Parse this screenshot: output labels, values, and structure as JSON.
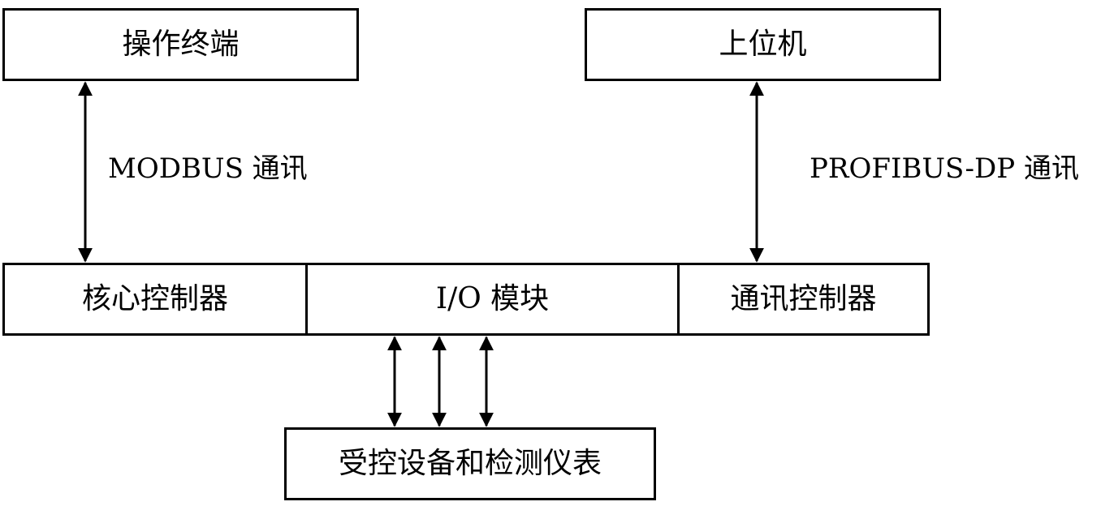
{
  "nodes": {
    "operator_terminal": "操作终端",
    "host_computer": "上位机",
    "core_controller": "核心控制器",
    "io_module": "I/O 模块",
    "comm_controller": "通讯控制器",
    "controlled_devices": "受控设备和检测仪表"
  },
  "links": {
    "modbus_label": "MODBUS 通讯",
    "profibus_label": "PROFIBUS-DP 通讯"
  },
  "colors": {
    "stroke": "#000000",
    "background": "#ffffff"
  }
}
